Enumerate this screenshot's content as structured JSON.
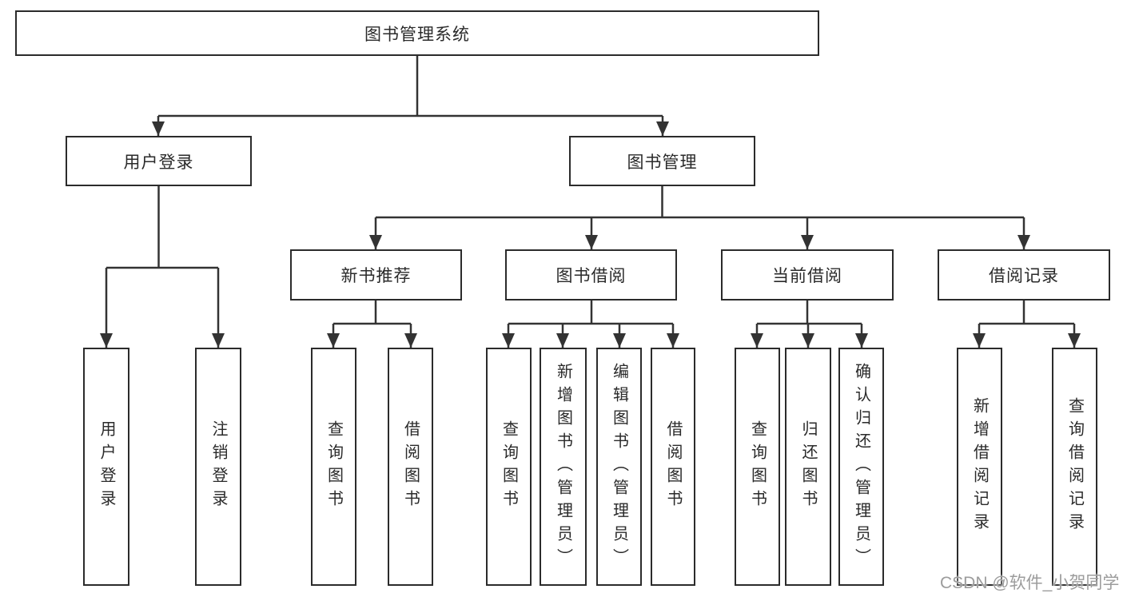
{
  "watermark": "CSDN @软件_小贺同学",
  "colors": {
    "line": "#333333",
    "box_border": "#2b2b2b",
    "text": "#2a2a2a",
    "watermark": "#9c9c9c",
    "background": "#ffffff"
  },
  "tree": {
    "label": "图书管理系统",
    "children": [
      {
        "label": "用户登录",
        "children": [
          {
            "label": "用户登录"
          },
          {
            "label": "注销登录"
          }
        ]
      },
      {
        "label": "图书管理",
        "children": [
          {
            "label": "新书推荐",
            "children": [
              {
                "label": "查询图书"
              },
              {
                "label": "借阅图书"
              }
            ]
          },
          {
            "label": "图书借阅",
            "children": [
              {
                "label": "查询图书"
              },
              {
                "label": "新增图书（管理员）"
              },
              {
                "label": "编辑图书（管理员）"
              },
              {
                "label": "借阅图书"
              }
            ]
          },
          {
            "label": "当前借阅",
            "children": [
              {
                "label": "查询图书"
              },
              {
                "label": "归还图书"
              },
              {
                "label": "确认归还（管理员）"
              }
            ]
          },
          {
            "label": "借阅记录",
            "children": [
              {
                "label": "新增借阅记录"
              },
              {
                "label": "查询借阅记录"
              }
            ]
          }
        ]
      }
    ]
  }
}
